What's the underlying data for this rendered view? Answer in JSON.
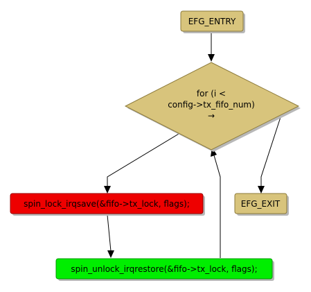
{
  "flowchart": {
    "nodes": {
      "entry": {
        "label": "EFG_ENTRY",
        "fill": "#d8c47c",
        "stroke": "#8c7a3a"
      },
      "loop": {
        "lines": [
          "for (i <",
          "config->tx_fifo_num)",
          "→"
        ],
        "fill": "#d8c47c",
        "stroke": "#8c7a3a"
      },
      "lock": {
        "label": "spin_lock_irqsave(&fifo->tx_lock, flags);",
        "fill": "#ee0000",
        "stroke": "#990000"
      },
      "unlock": {
        "label": "spin_unlock_irqrestore(&fifo->tx_lock, flags);",
        "fill": "#00ee00",
        "stroke": "#009900"
      },
      "exit": {
        "label": "EFG_EXIT",
        "fill": "#d8c47c",
        "stroke": "#8c7a3a"
      }
    }
  }
}
